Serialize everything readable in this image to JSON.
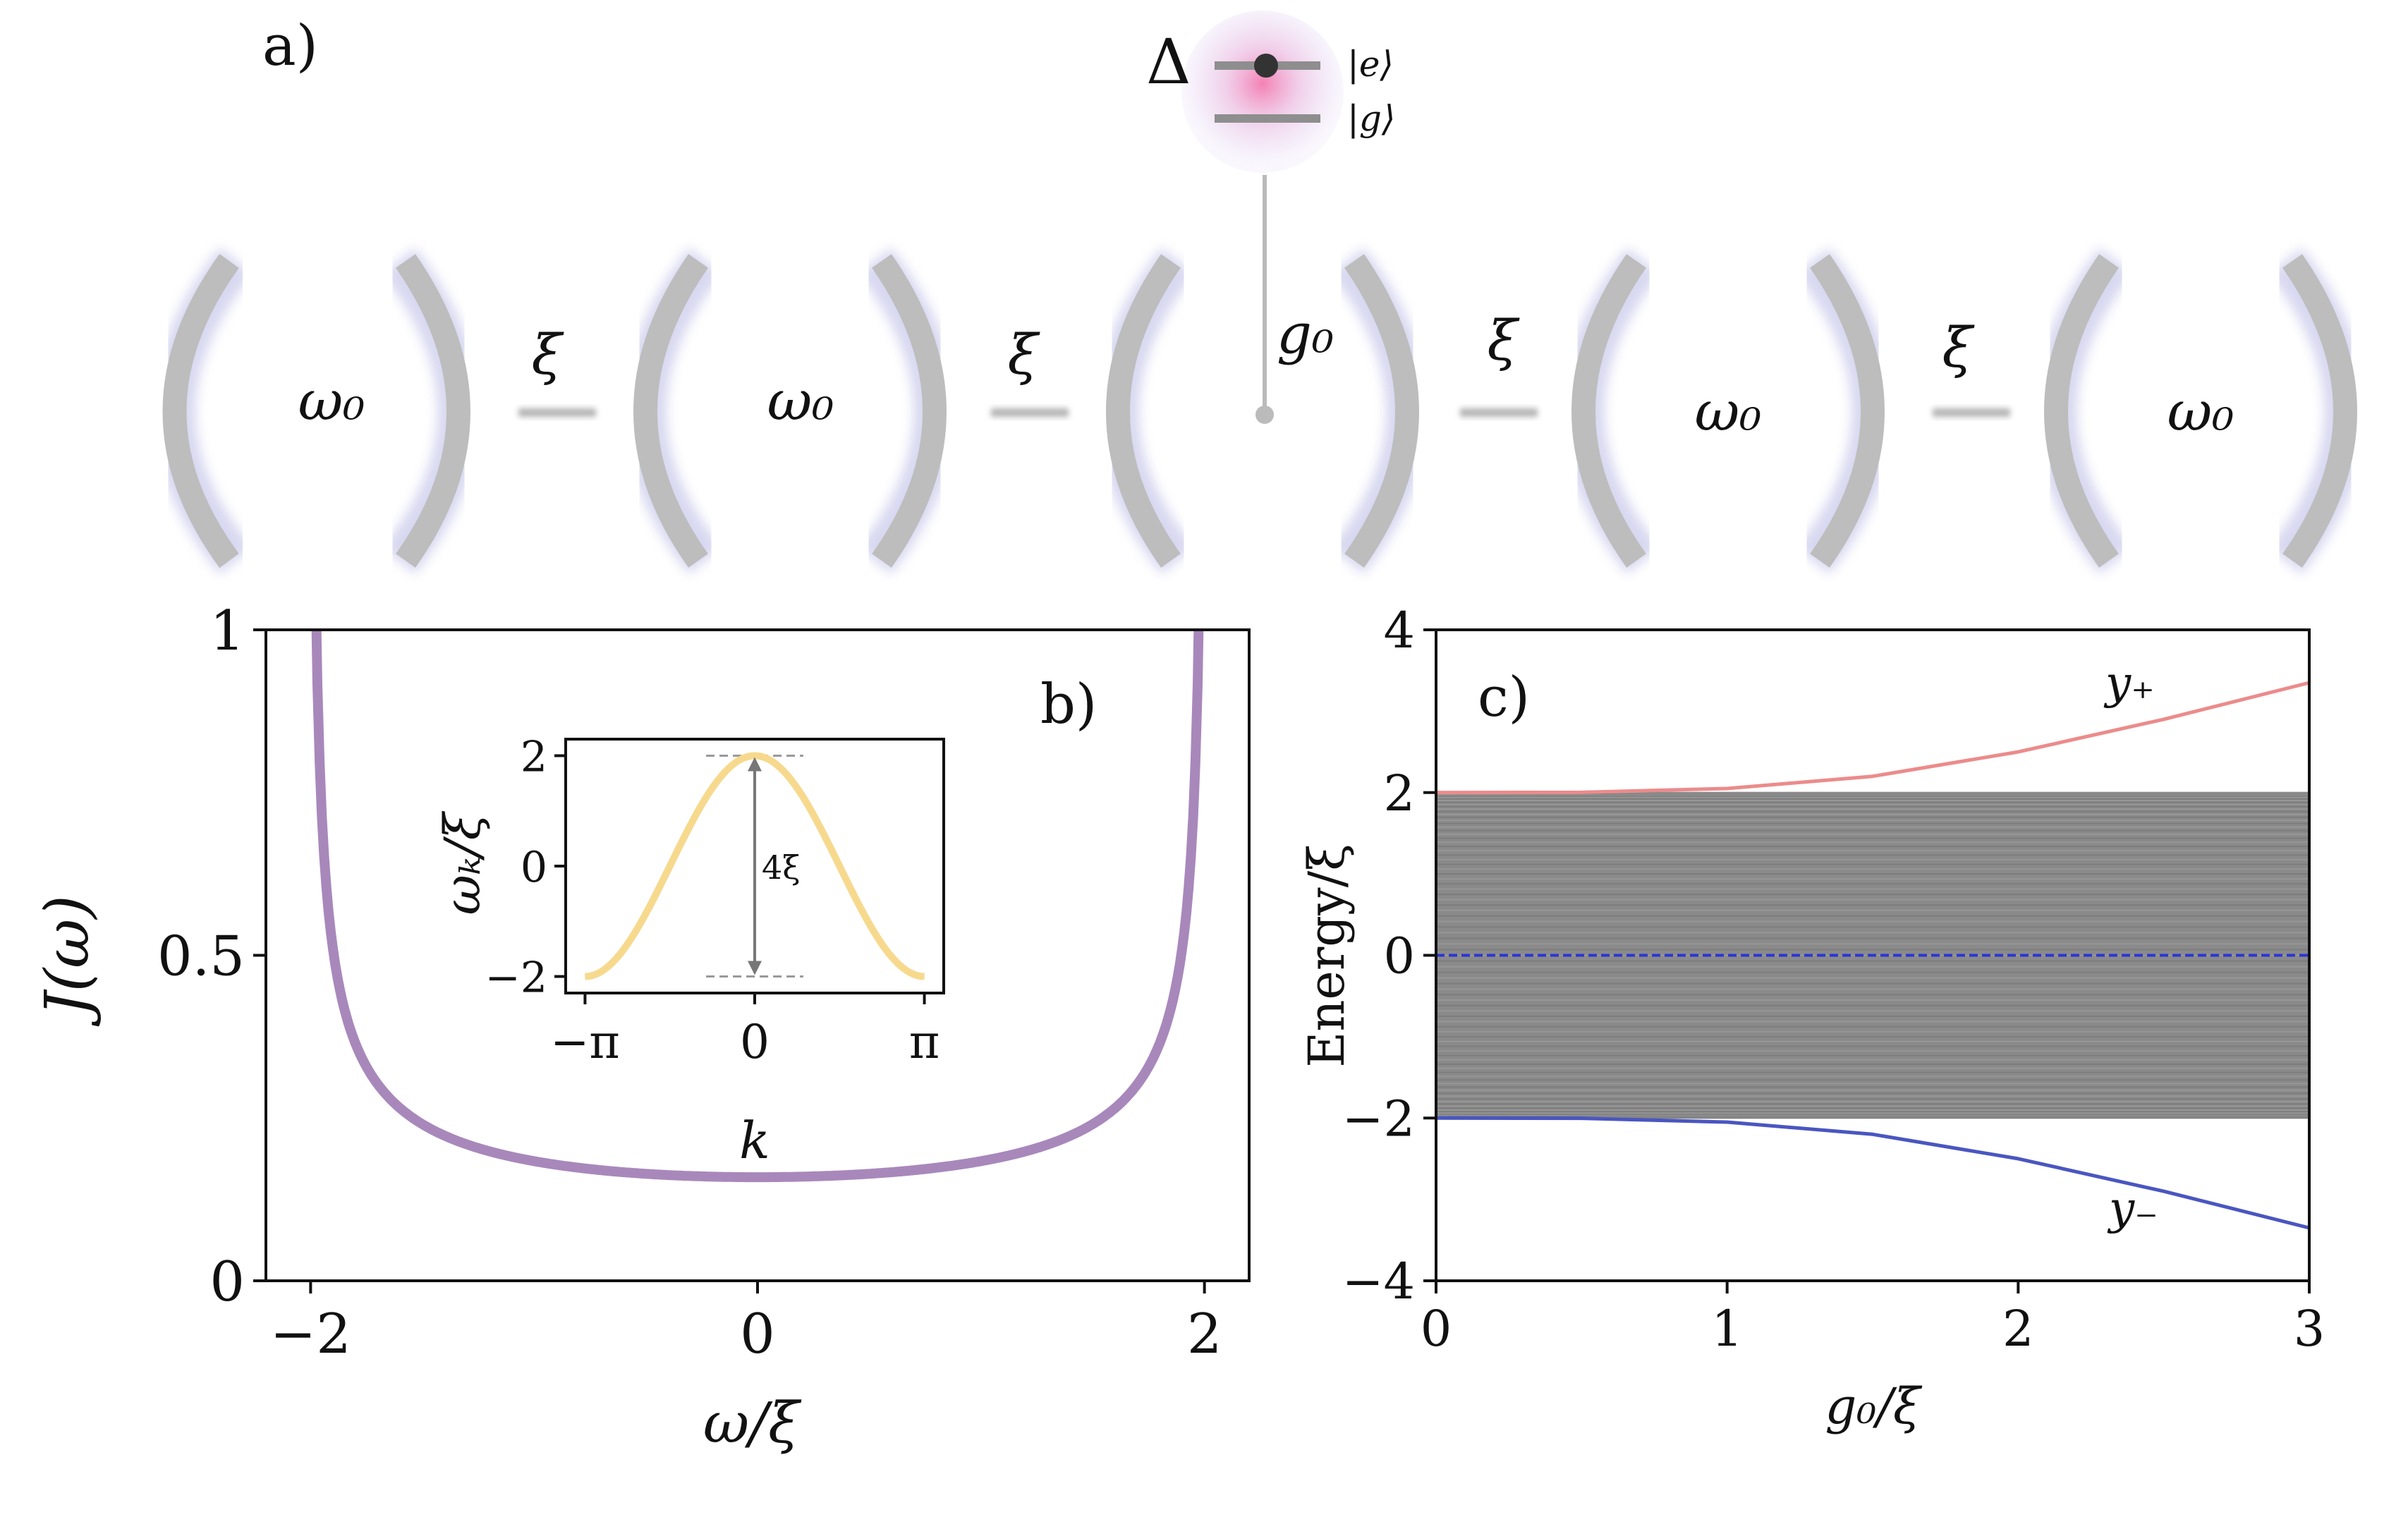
{
  "panel_a": {
    "label": "a)",
    "atom": {
      "detuning_label": "Δ",
      "excited_label": "|e⟩",
      "ground_label": "|g⟩"
    },
    "coupling_label": "g₀",
    "hopping_labels": [
      "ξ",
      "ξ",
      "ξ",
      "ξ"
    ],
    "cavity_labels": [
      "ω₀",
      "ω₀",
      "",
      "ω₀",
      "ω₀"
    ],
    "colors": {
      "mirror": "#b8b8b8",
      "glow": "#8f8fd6",
      "atom_glow": "#f07fb3",
      "level": "#909090"
    }
  },
  "chart_data": [
    {
      "panel": "b)",
      "type": "line",
      "xlabel": "ω/ξ",
      "ylabel": "J(ω)",
      "xlim": [
        -2.2,
        2.2
      ],
      "ylim": [
        0,
        1
      ],
      "xticks": [
        -2,
        0,
        2
      ],
      "xtick_labels": [
        "−2",
        "0",
        "2"
      ],
      "yticks": [
        0,
        0.5,
        1
      ],
      "ytick_labels": [
        "0",
        "0.5",
        "1"
      ],
      "grid": false,
      "series": [
        {
          "color": "#a888bb",
          "function": "1/(π·sqrt(4−ω²))",
          "domain": [
            -2,
            2
          ]
        }
      ],
      "inset": {
        "type": "line",
        "xlabel": "k",
        "ylabel": "ωₖ/ξ",
        "xlim": [
          -3.5,
          3.5
        ],
        "ylim": [
          -2.3,
          2.3
        ],
        "xticks": [
          -3.14159,
          0,
          3.14159
        ],
        "xtick_labels": [
          "−π",
          "0",
          "π"
        ],
        "yticks": [
          -2,
          0,
          2
        ],
        "ytick_labels": [
          "−2",
          "0",
          "2"
        ],
        "series": [
          {
            "color": "#f7d98e",
            "function": "2·cos(k)",
            "domain": [
              -3.14159,
              3.14159
            ]
          }
        ],
        "reference_lines": [
          2,
          -2
        ],
        "annotation": {
          "text": "4ξ",
          "x": 0,
          "from": -2,
          "to": 2
        }
      }
    },
    {
      "panel": "c)",
      "type": "line",
      "xlabel": "g₀/ξ",
      "ylabel": "Energy/ξ",
      "xlim": [
        0,
        3
      ],
      "ylim": [
        -4,
        4
      ],
      "xticks": [
        0,
        1,
        2,
        3
      ],
      "xtick_labels": [
        "0",
        "1",
        "2",
        "3"
      ],
      "yticks": [
        -4,
        -2,
        0,
        2,
        4
      ],
      "ytick_labels": [
        "−4",
        "−2",
        "0",
        "2",
        "4"
      ],
      "grid": false,
      "band": {
        "from": -2,
        "to": 2,
        "color": "#8a8a8a"
      },
      "series": [
        {
          "name": "y₊",
          "color": "#ec8b8b",
          "x": [
            0,
            0.5,
            1,
            1.5,
            2,
            2.5,
            3
          ],
          "y": [
            2.0,
            2.003,
            2.05,
            2.2,
            2.5,
            2.9,
            3.35
          ]
        },
        {
          "name": "y₋",
          "color": "#4a56c0",
          "x": [
            0,
            0.5,
            1,
            1.5,
            2,
            2.5,
            3
          ],
          "y": [
            -2.0,
            -2.003,
            -2.05,
            -2.2,
            -2.5,
            -2.9,
            -3.35
          ]
        },
        {
          "color": "#2b35d8",
          "style": "dashed",
          "x": [
            0,
            3
          ],
          "y": [
            0,
            0
          ]
        }
      ]
    }
  ]
}
